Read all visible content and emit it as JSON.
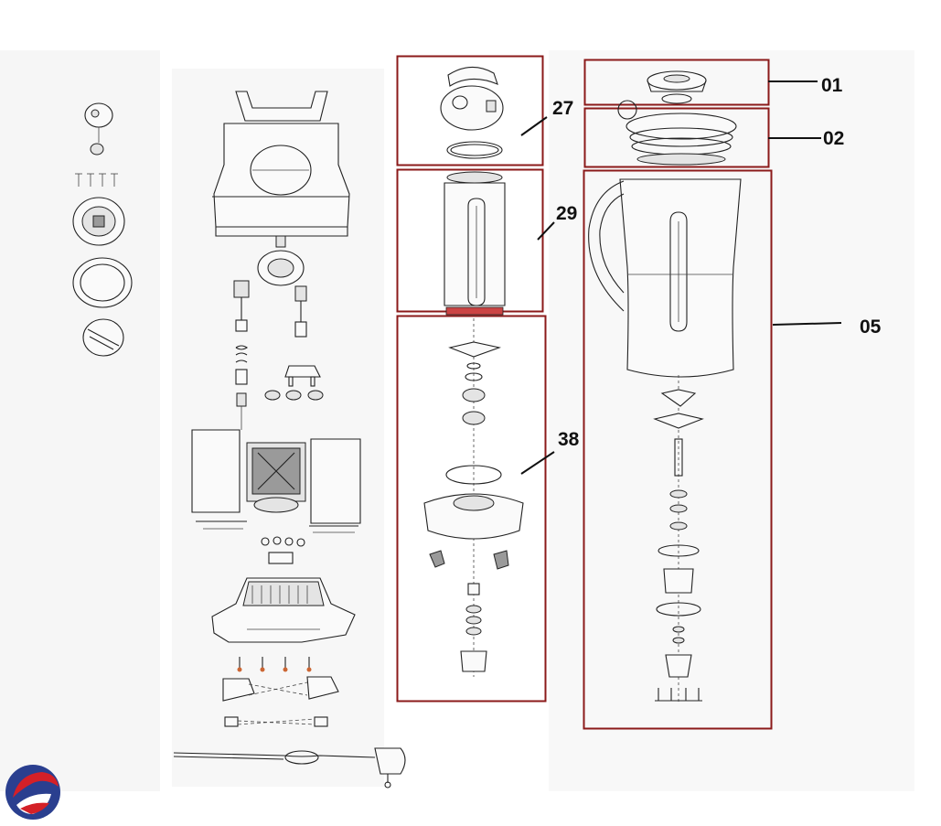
{
  "colors": {
    "frame": "#8b1a1a",
    "ink": "#111111",
    "logo_red": "#d42027",
    "logo_blue": "#2a3f8f"
  },
  "callouts": {
    "c01": "01",
    "c02": "02",
    "c05": "05",
    "c27": "27",
    "c29": "29",
    "c38": "38"
  },
  "icons": {
    "logo": "company-logo-swirl"
  }
}
